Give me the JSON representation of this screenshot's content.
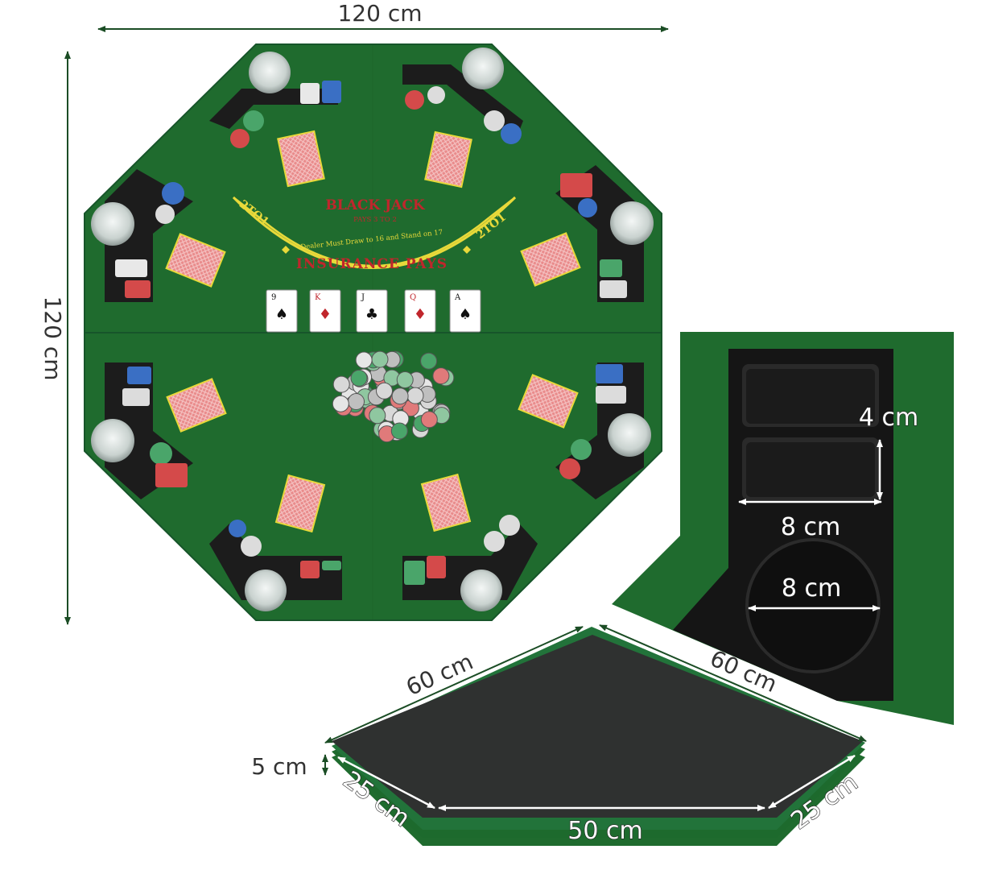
{
  "dimensions": {
    "top_width": "120 cm",
    "left_height": "120 cm",
    "slot_height": "4 cm",
    "slot_width": "8 cm",
    "cup_diameter": "8 cm",
    "panel_edge_left": "60 cm",
    "panel_edge_right": "60 cm",
    "panel_thickness": "5 cm",
    "panel_side_left": "25 cm",
    "panel_side_right": "25 cm",
    "panel_bottom": "50 cm"
  },
  "table": {
    "title": "BLACK JACK",
    "subtitle": "PAYS 3 TO 2",
    "rule_text": "Dealer Must Draw to 16 and Stand on 17",
    "insurance_text": "INSURANCE PAYS",
    "pays_left": "2TO1",
    "pays_right": "2TO1"
  },
  "colors": {
    "felt": "#1f6b2e",
    "felt_dark": "#17552a",
    "dimension_line": "#1b4d25",
    "tray": "#1c1c1c",
    "panel_back": "#2f3130",
    "accent_yellow": "#e8d93a",
    "text_red": "#c0262c"
  },
  "cards": [
    {
      "rank": "9",
      "suit": "♠"
    },
    {
      "rank": "K",
      "suit": "♦"
    },
    {
      "rank": "J",
      "suit": "♣"
    },
    {
      "rank": "Q",
      "suit": "♦"
    },
    {
      "rank": "A",
      "suit": "♠"
    }
  ]
}
